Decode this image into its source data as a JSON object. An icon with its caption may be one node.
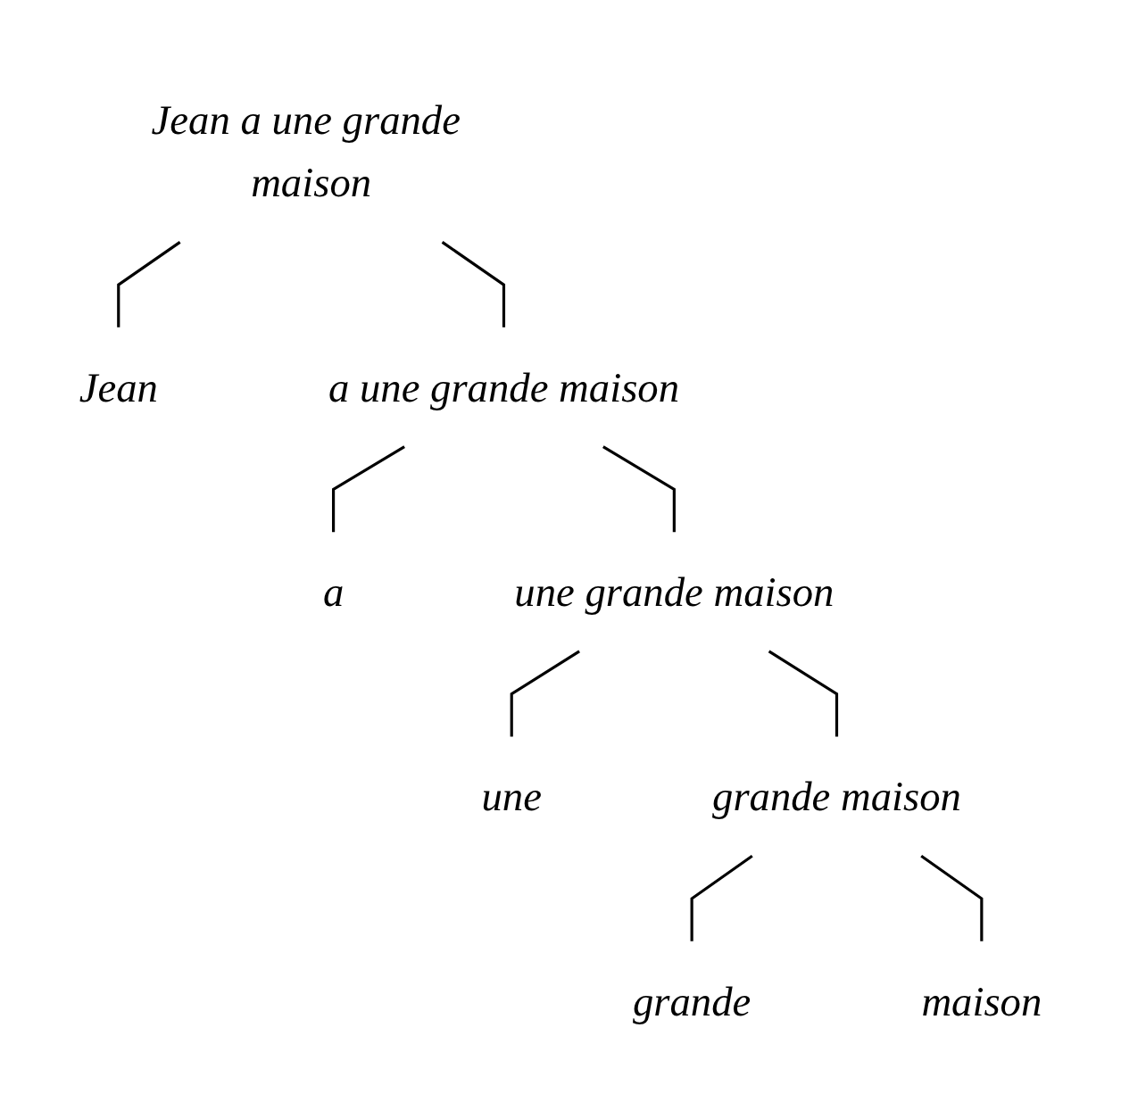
{
  "diagram": {
    "nodes": [
      {
        "text": [
          "Jean a une grande maison"
        ]
      },
      {
        "text": [
          "Jean"
        ]
      },
      {
        "text": [
          "a une grande maison"
        ]
      },
      {
        "text": [
          "a"
        ]
      },
      {
        "text": [
          "une grande maison"
        ]
      },
      {
        "text": [
          "une"
        ]
      },
      {
        "text": [
          "grande maison"
        ]
      },
      {
        "text": [
          "grande"
        ]
      },
      {
        "text": [
          "maison"
        ]
      }
    ],
    "edges": [
      {
        "from": 0,
        "to": 1,
        "arrow": "none"
      },
      {
        "from": 0,
        "to": 2,
        "arrow": "none"
      },
      {
        "from": 2,
        "to": 3,
        "arrow": "none"
      },
      {
        "from": 2,
        "to": 4,
        "arrow": "none"
      },
      {
        "from": 4,
        "to": 5,
        "arrow": "none"
      },
      {
        "from": 4,
        "to": 6,
        "arrow": "none"
      },
      {
        "from": 6,
        "to": 7,
        "arrow": "none"
      },
      {
        "from": 6,
        "to": 8,
        "arrow": "none"
      }
    ]
  }
}
